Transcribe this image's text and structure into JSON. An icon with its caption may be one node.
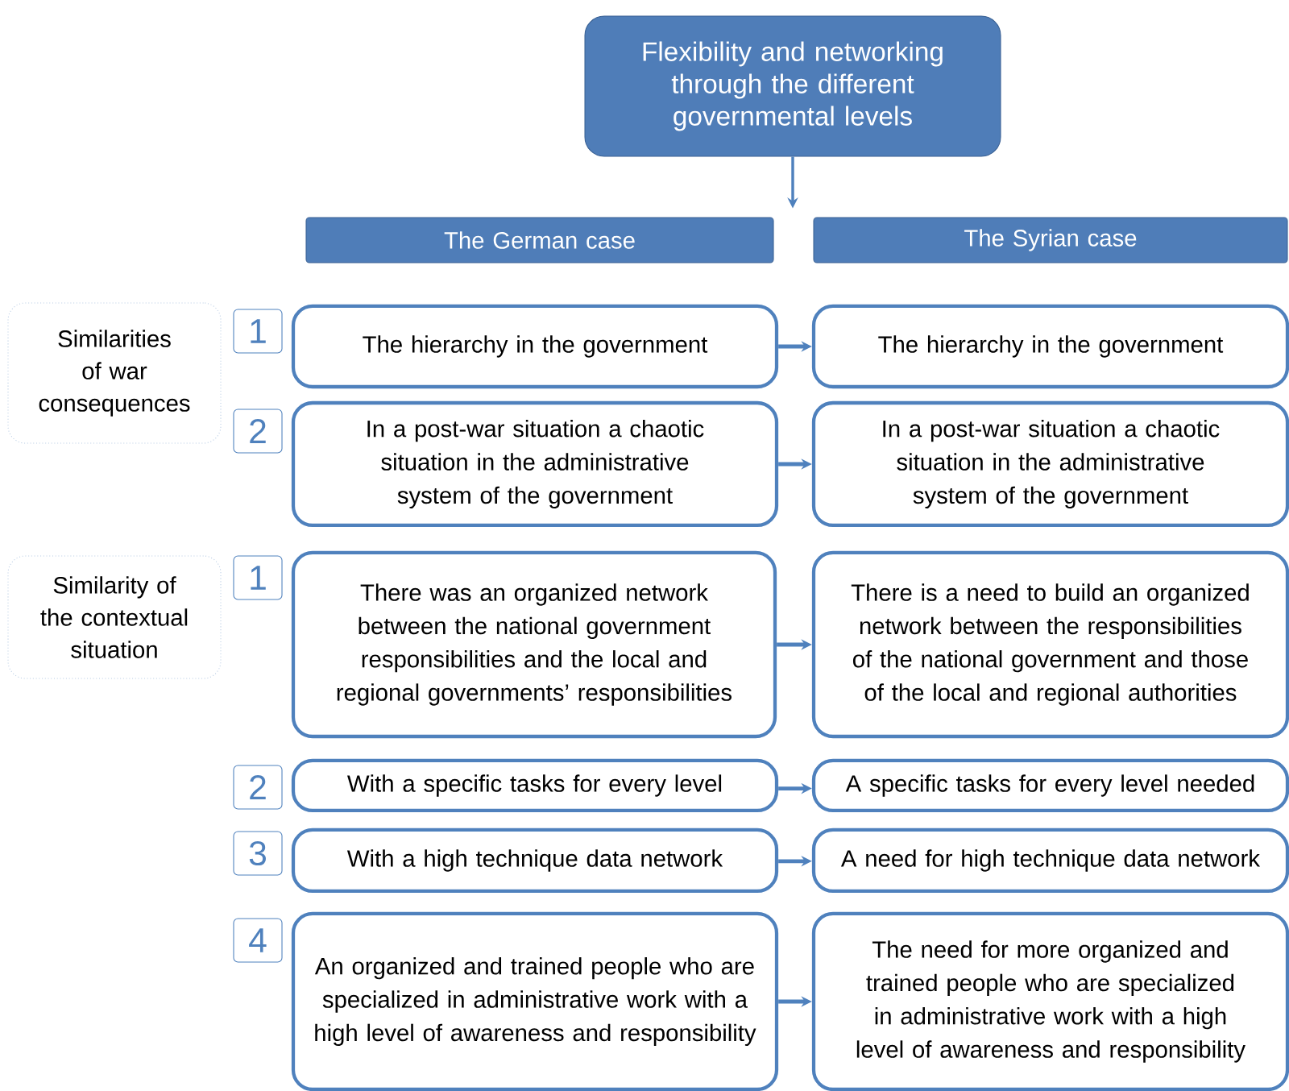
{
  "diagram": {
    "nodes": [
      {
        "text": [
          "Flexibility and networking through the different governmental levels"
        ]
      },
      {
        "text": [
          "The German case"
        ]
      },
      {
        "text": [
          "The Syrian case"
        ]
      },
      {
        "text": [
          "Similarities of war consequences"
        ]
      },
      {
        "text": [
          "1"
        ]
      },
      {
        "text": [
          "The hierarchy in the government"
        ]
      },
      {
        "text": [
          "The hierarchy in the government"
        ]
      },
      {
        "text": [
          "2"
        ]
      },
      {
        "text": [
          "In a post-war situation a chaotic situation in the administrative system of the government"
        ]
      },
      {
        "text": [
          "In a post-war situation a chaotic situation in the administrative system of the government"
        ]
      },
      {
        "text": [
          "Similarity of the contextual situation"
        ]
      },
      {
        "text": [
          "1"
        ]
      },
      {
        "text": [
          "There was an organized network between the national government responsibilities and the local and regional governments’ responsibilities"
        ]
      },
      {
        "text": [
          "There is a need to build an organized network between the responsibilities of the national government and those of the local and regional authorities"
        ]
      },
      {
        "text": [
          "2"
        ]
      },
      {
        "text": [
          "With a specific tasks for every level"
        ]
      },
      {
        "text": [
          "A specific tasks for every level needed"
        ]
      },
      {
        "text": [
          "3"
        ]
      },
      {
        "text": [
          "With a high technique data network"
        ]
      },
      {
        "text": [
          "A need for high technique data network"
        ]
      },
      {
        "text": [
          "4"
        ]
      },
      {
        "text": [
          "An organized and trained people who are specialized in administrative work with a high level of awareness and responsibility"
        ]
      },
      {
        "text": [
          "The need for more organized and trained people who are specialized in administrative work with a high level of awareness and responsibility"
        ]
      }
    ],
    "edges": [
      {
        "from": 0,
        "to": null,
        "arrow": "to"
      },
      {
        "from": 5,
        "to": 6,
        "arrow": "to"
      },
      {
        "from": 8,
        "to": 9,
        "arrow": "to"
      },
      {
        "from": 12,
        "to": 13,
        "arrow": "to"
      },
      {
        "from": 15,
        "to": 16,
        "arrow": "to"
      },
      {
        "from": 18,
        "to": 19,
        "arrow": "to"
      },
      {
        "from": 21,
        "to": 22,
        "arrow": "to"
      }
    ]
  }
}
